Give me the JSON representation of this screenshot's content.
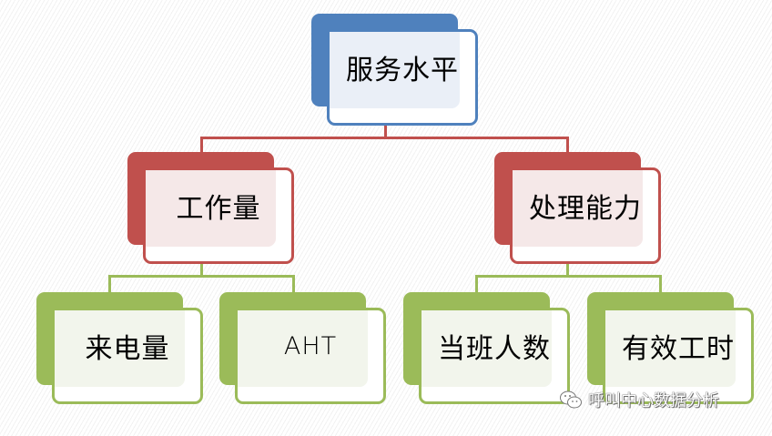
{
  "diagram": {
    "type": "hierarchy",
    "root": {
      "label": "服务水平",
      "color": "#4f81bd",
      "children": [
        {
          "label": "工作量",
          "color": "#c0504d",
          "children": [
            {
              "label": "来电量",
              "color": "#9bbb59"
            },
            {
              "label": "AHT",
              "color": "#9bbb59"
            }
          ]
        },
        {
          "label": "处理能力",
          "color": "#c0504d",
          "children": [
            {
              "label": "当班人数",
              "color": "#9bbb59"
            },
            {
              "label": "有效工时",
              "color": "#9bbb59"
            }
          ]
        }
      ]
    }
  },
  "nodes": {
    "root": "服务水平",
    "workload": "工作量",
    "capacity": "处理能力",
    "call_volume": "来电量",
    "aht": "AHT",
    "staff_on_shift": "当班人数",
    "effective_hours": "有效工时"
  },
  "watermark": {
    "icon": "wechat-icon",
    "text": "呼叫中心数据分析"
  },
  "colors": {
    "level1": "#4f81bd",
    "level2": "#c0504d",
    "level3": "#9bbb59"
  }
}
